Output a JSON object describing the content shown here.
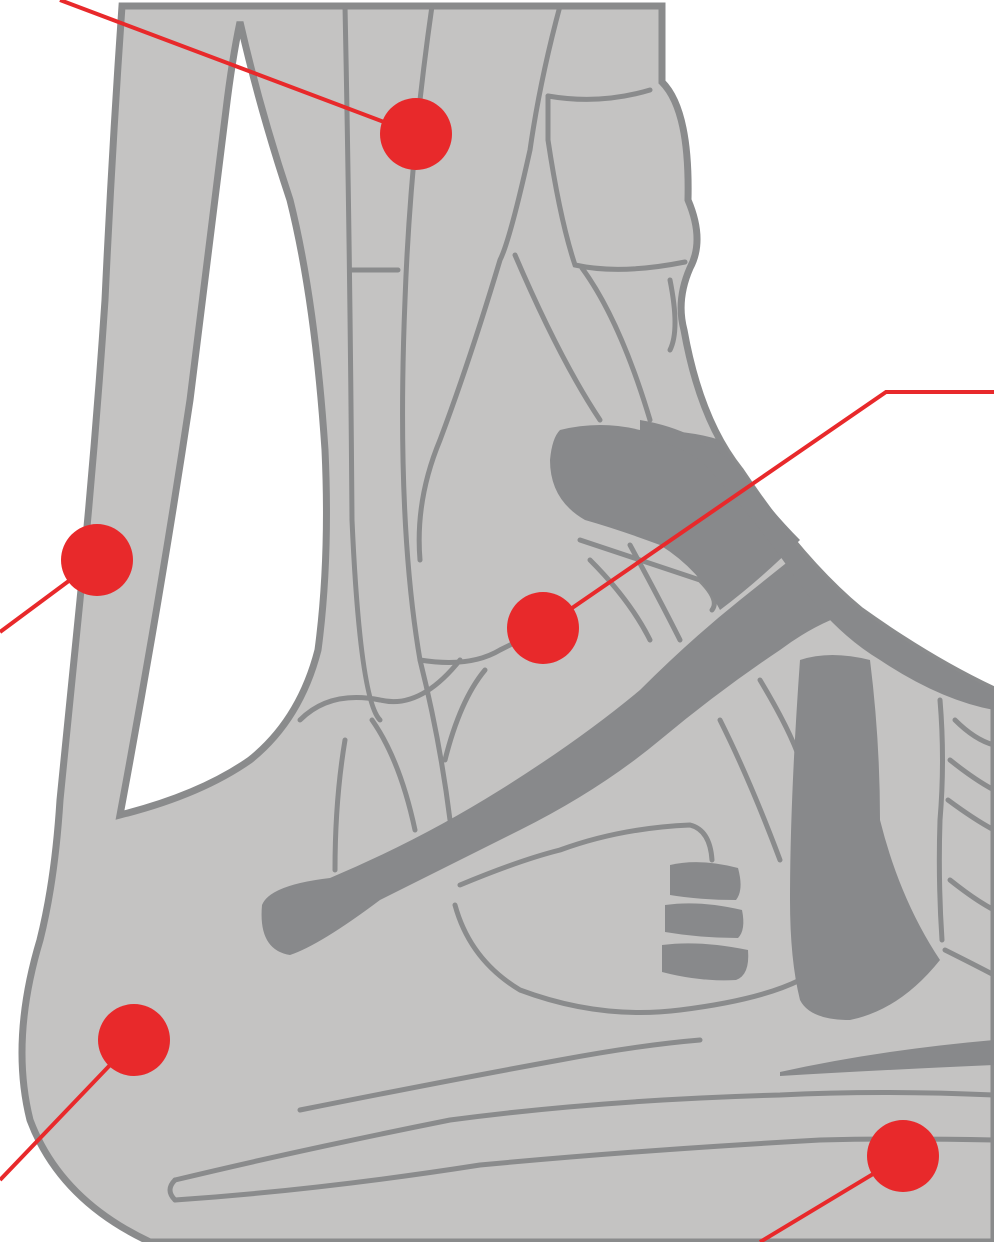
{
  "figure": {
    "kind": "anatomical diagram of the ankle and heel, lateral view",
    "colors": {
      "background": "#ffffff",
      "tissue_fill": "#c4c3c2",
      "outline": "#8a8b8c",
      "ligament": "#88898b",
      "marker": "#e8292b",
      "leader": "#e8292b"
    },
    "markers": [
      {
        "id": "marker-top-tendon"
      },
      {
        "id": "marker-achilles"
      },
      {
        "id": "marker-ankle-joint"
      },
      {
        "id": "marker-heel"
      },
      {
        "id": "marker-plantar"
      }
    ]
  }
}
